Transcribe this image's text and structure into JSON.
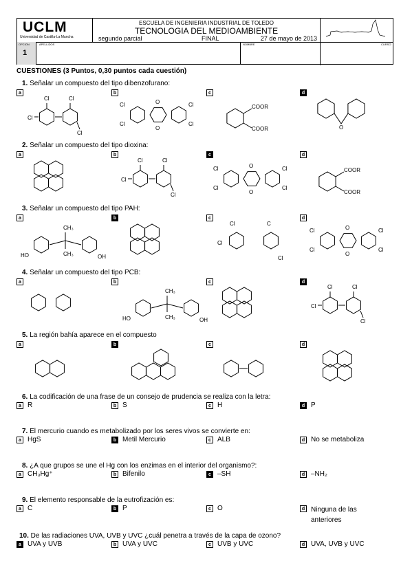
{
  "header": {
    "brand": "UCLM",
    "brand_sub": "Universidad de Castilla-La Mancha",
    "school": "ESCUELA DE INGENIERIA INDUSTRIAL DE TOLEDO",
    "course": "TECNOLOGIA DEL MEDIOAMBIENTE",
    "exam": "segundo parcial",
    "kind": "FINAL",
    "date": "27 de mayo de 2013",
    "option_label": "OPCION",
    "option_value": "1",
    "apellidos_label": "APELLIDOS",
    "nombre_label": "NOMBRE",
    "curso_label": "CURSO"
  },
  "section_title": "CUESTIONES (3 Puntos, 0,30 puntos cada cuestión)",
  "questions": [
    {
      "num": "1.",
      "text": "Señalar un compuesto del tipo dibenzofurano:",
      "selected": "d"
    },
    {
      "num": "2.",
      "text": "Señalar un compuesto del tipo dioxina:",
      "selected": "c"
    },
    {
      "num": "3.",
      "text": "Señalar un compuesto del tipo PAH:",
      "selected": "b"
    },
    {
      "num": "4.",
      "text": "Señalar un compuesto del tipo PCB:",
      "selected": "d"
    },
    {
      "num": "5.",
      "text": "La región bahía aparece en el compuesto",
      "selected": "b"
    },
    {
      "num": "6.",
      "text": "La codificación de una frase de un consejo de prudencia se realiza con la letra:",
      "selected": "d",
      "options": [
        "R",
        "S",
        "H",
        "P"
      ]
    },
    {
      "num": "7.",
      "text": "El mercurio cuando es metabolizado por los seres vivos se convierte en:",
      "selected": "b",
      "options": [
        "HgS",
        "Metil Mercurio",
        "ALB",
        "No se metaboliza"
      ]
    },
    {
      "num": "8.",
      "text": "¿A que grupos se une el Hg con los enzimas en el interior del organismo?:",
      "selected": "c",
      "options": [
        "CH₃Hg⁺",
        "Bifenilo",
        "–SH",
        "–NH₂"
      ]
    },
    {
      "num": "9.",
      "text": "El elemento responsable de la eutrofización es:",
      "selected": "b",
      "options": [
        "C",
        "P",
        "O",
        "Ninguna de las anteriores"
      ]
    },
    {
      "num": "10.",
      "text": "De las radiaciones UVA, UVB y UVC ¿cuál penetra a través de la capa de ozono?",
      "selected": "a",
      "options": [
        "UVA y UVB",
        "UVA y UVC",
        "UVB y UVC",
        "UVA, UVB y UVC"
      ]
    }
  ],
  "letters": [
    "a",
    "b",
    "c",
    "d"
  ],
  "chem": {
    "cl": "Cl",
    "cooR": "COOR",
    "ch3": "CH₃",
    "ho": "HO",
    "oh": "OH",
    "o": "O",
    "c": "C"
  }
}
